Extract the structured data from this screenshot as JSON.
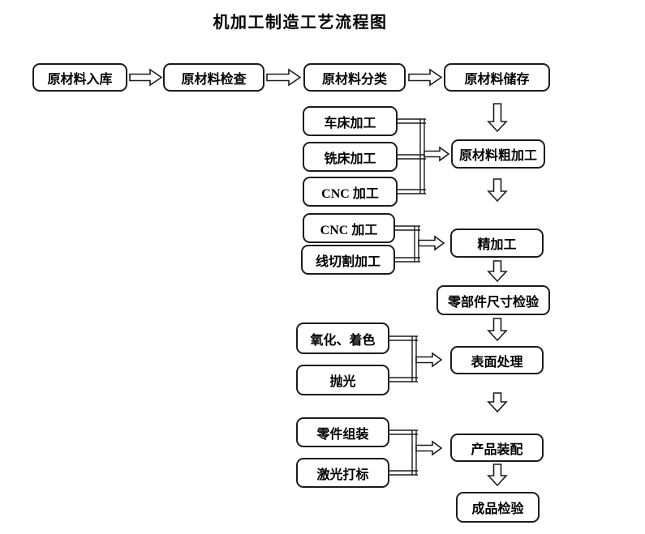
{
  "title": "机加工制造工艺流程图",
  "nodes": {
    "raw_inbound": "原材料入库",
    "raw_inspect": "原材料检查",
    "raw_sort": "原材料分类",
    "raw_store": "原材料储存",
    "lathe": "车床加工",
    "milling": "铣床加工",
    "cnc_rough": "CNC 加工",
    "rough_machining": "原材料粗加工",
    "cnc_fine": "CNC 加工",
    "wire_cut": "线切割加工",
    "fine_machining": "精加工",
    "dimension_inspect": "零部件尺寸检验",
    "oxidation_coloring": "氧化、着色",
    "polishing": "抛光",
    "surface_treatment": "表面处理",
    "parts_assembly": "零件组装",
    "laser_marking": "激光打标",
    "product_assembly": "产品装配",
    "final_inspect": "成品检验"
  },
  "edges": [
    [
      "raw_inbound",
      "raw_inspect"
    ],
    [
      "raw_inspect",
      "raw_sort"
    ],
    [
      "raw_sort",
      "raw_store"
    ],
    [
      "raw_store",
      "rough_machining"
    ],
    [
      "lathe",
      "rough_machining"
    ],
    [
      "milling",
      "rough_machining"
    ],
    [
      "cnc_rough",
      "rough_machining"
    ],
    [
      "rough_machining",
      "fine_machining"
    ],
    [
      "cnc_fine",
      "fine_machining"
    ],
    [
      "wire_cut",
      "fine_machining"
    ],
    [
      "fine_machining",
      "dimension_inspect"
    ],
    [
      "dimension_inspect",
      "surface_treatment"
    ],
    [
      "oxidation_coloring",
      "surface_treatment"
    ],
    [
      "polishing",
      "surface_treatment"
    ],
    [
      "surface_treatment",
      "product_assembly"
    ],
    [
      "parts_assembly",
      "product_assembly"
    ],
    [
      "laser_marking",
      "product_assembly"
    ],
    [
      "product_assembly",
      "final_inspect"
    ]
  ],
  "colors": {
    "line": "#1c1c1c",
    "box_fill": "#ffffff",
    "text": "#000000",
    "page_background": "#ffffff"
  }
}
